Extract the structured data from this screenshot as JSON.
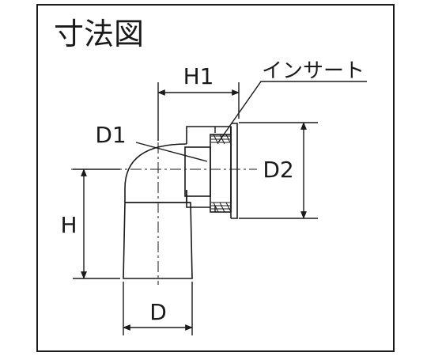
{
  "title": "寸法図",
  "labels": {
    "h1": "H1",
    "insert": "インサート",
    "d1": "D1",
    "d2": "D2",
    "h": "H",
    "d": "D"
  }
}
